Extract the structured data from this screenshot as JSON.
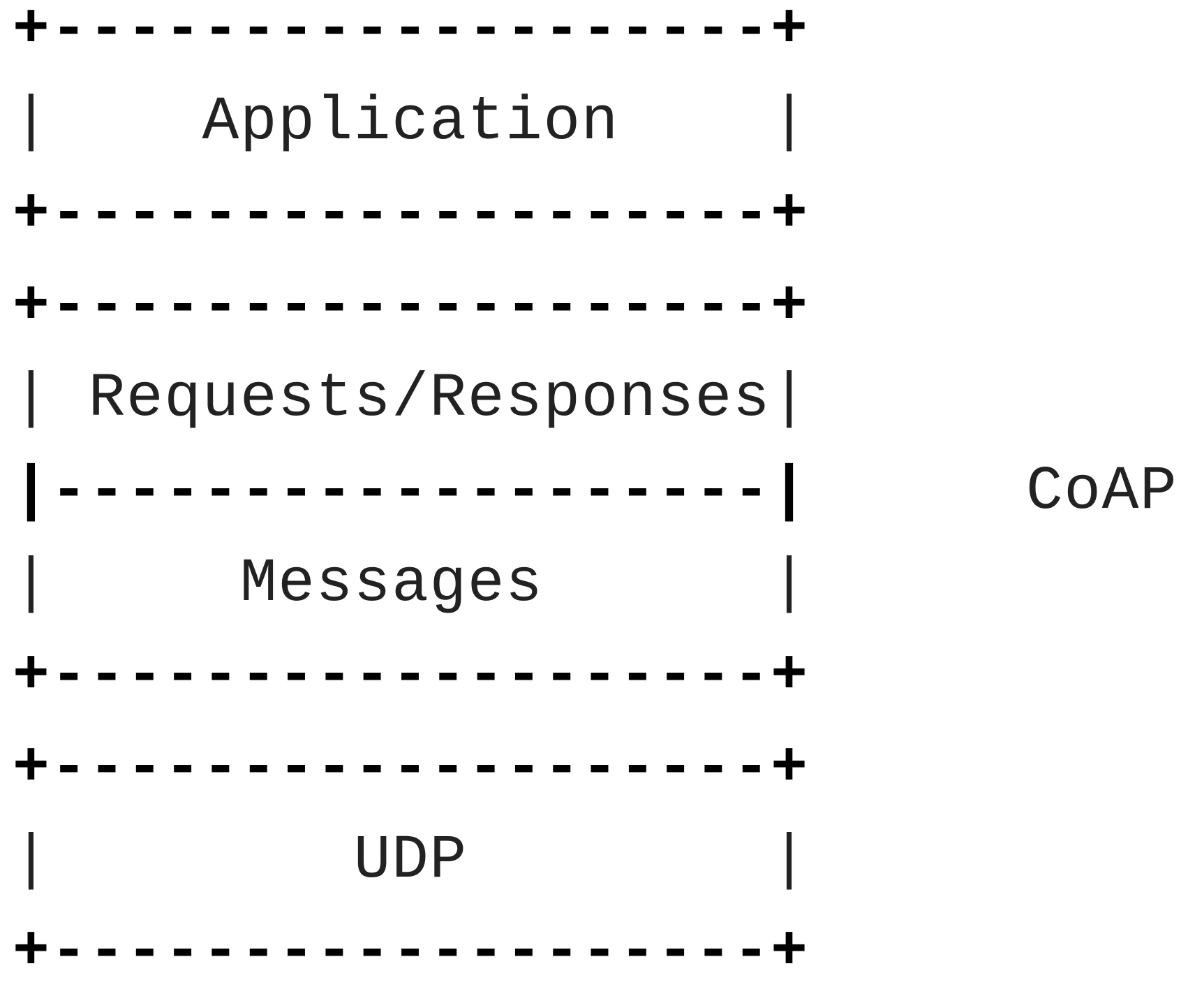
{
  "diagram": {
    "lines": [
      "+-------------------+",
      "|    Application    |",
      "+-------------------+",
      "+-------------------+",
      "| Requests/Responses|",
      "|-------------------|",
      "|     Messages      |",
      "+-------------------+",
      "+-------------------+",
      "|        UDP        |",
      "+-------------------+"
    ],
    "side_label": "CoAP"
  }
}
